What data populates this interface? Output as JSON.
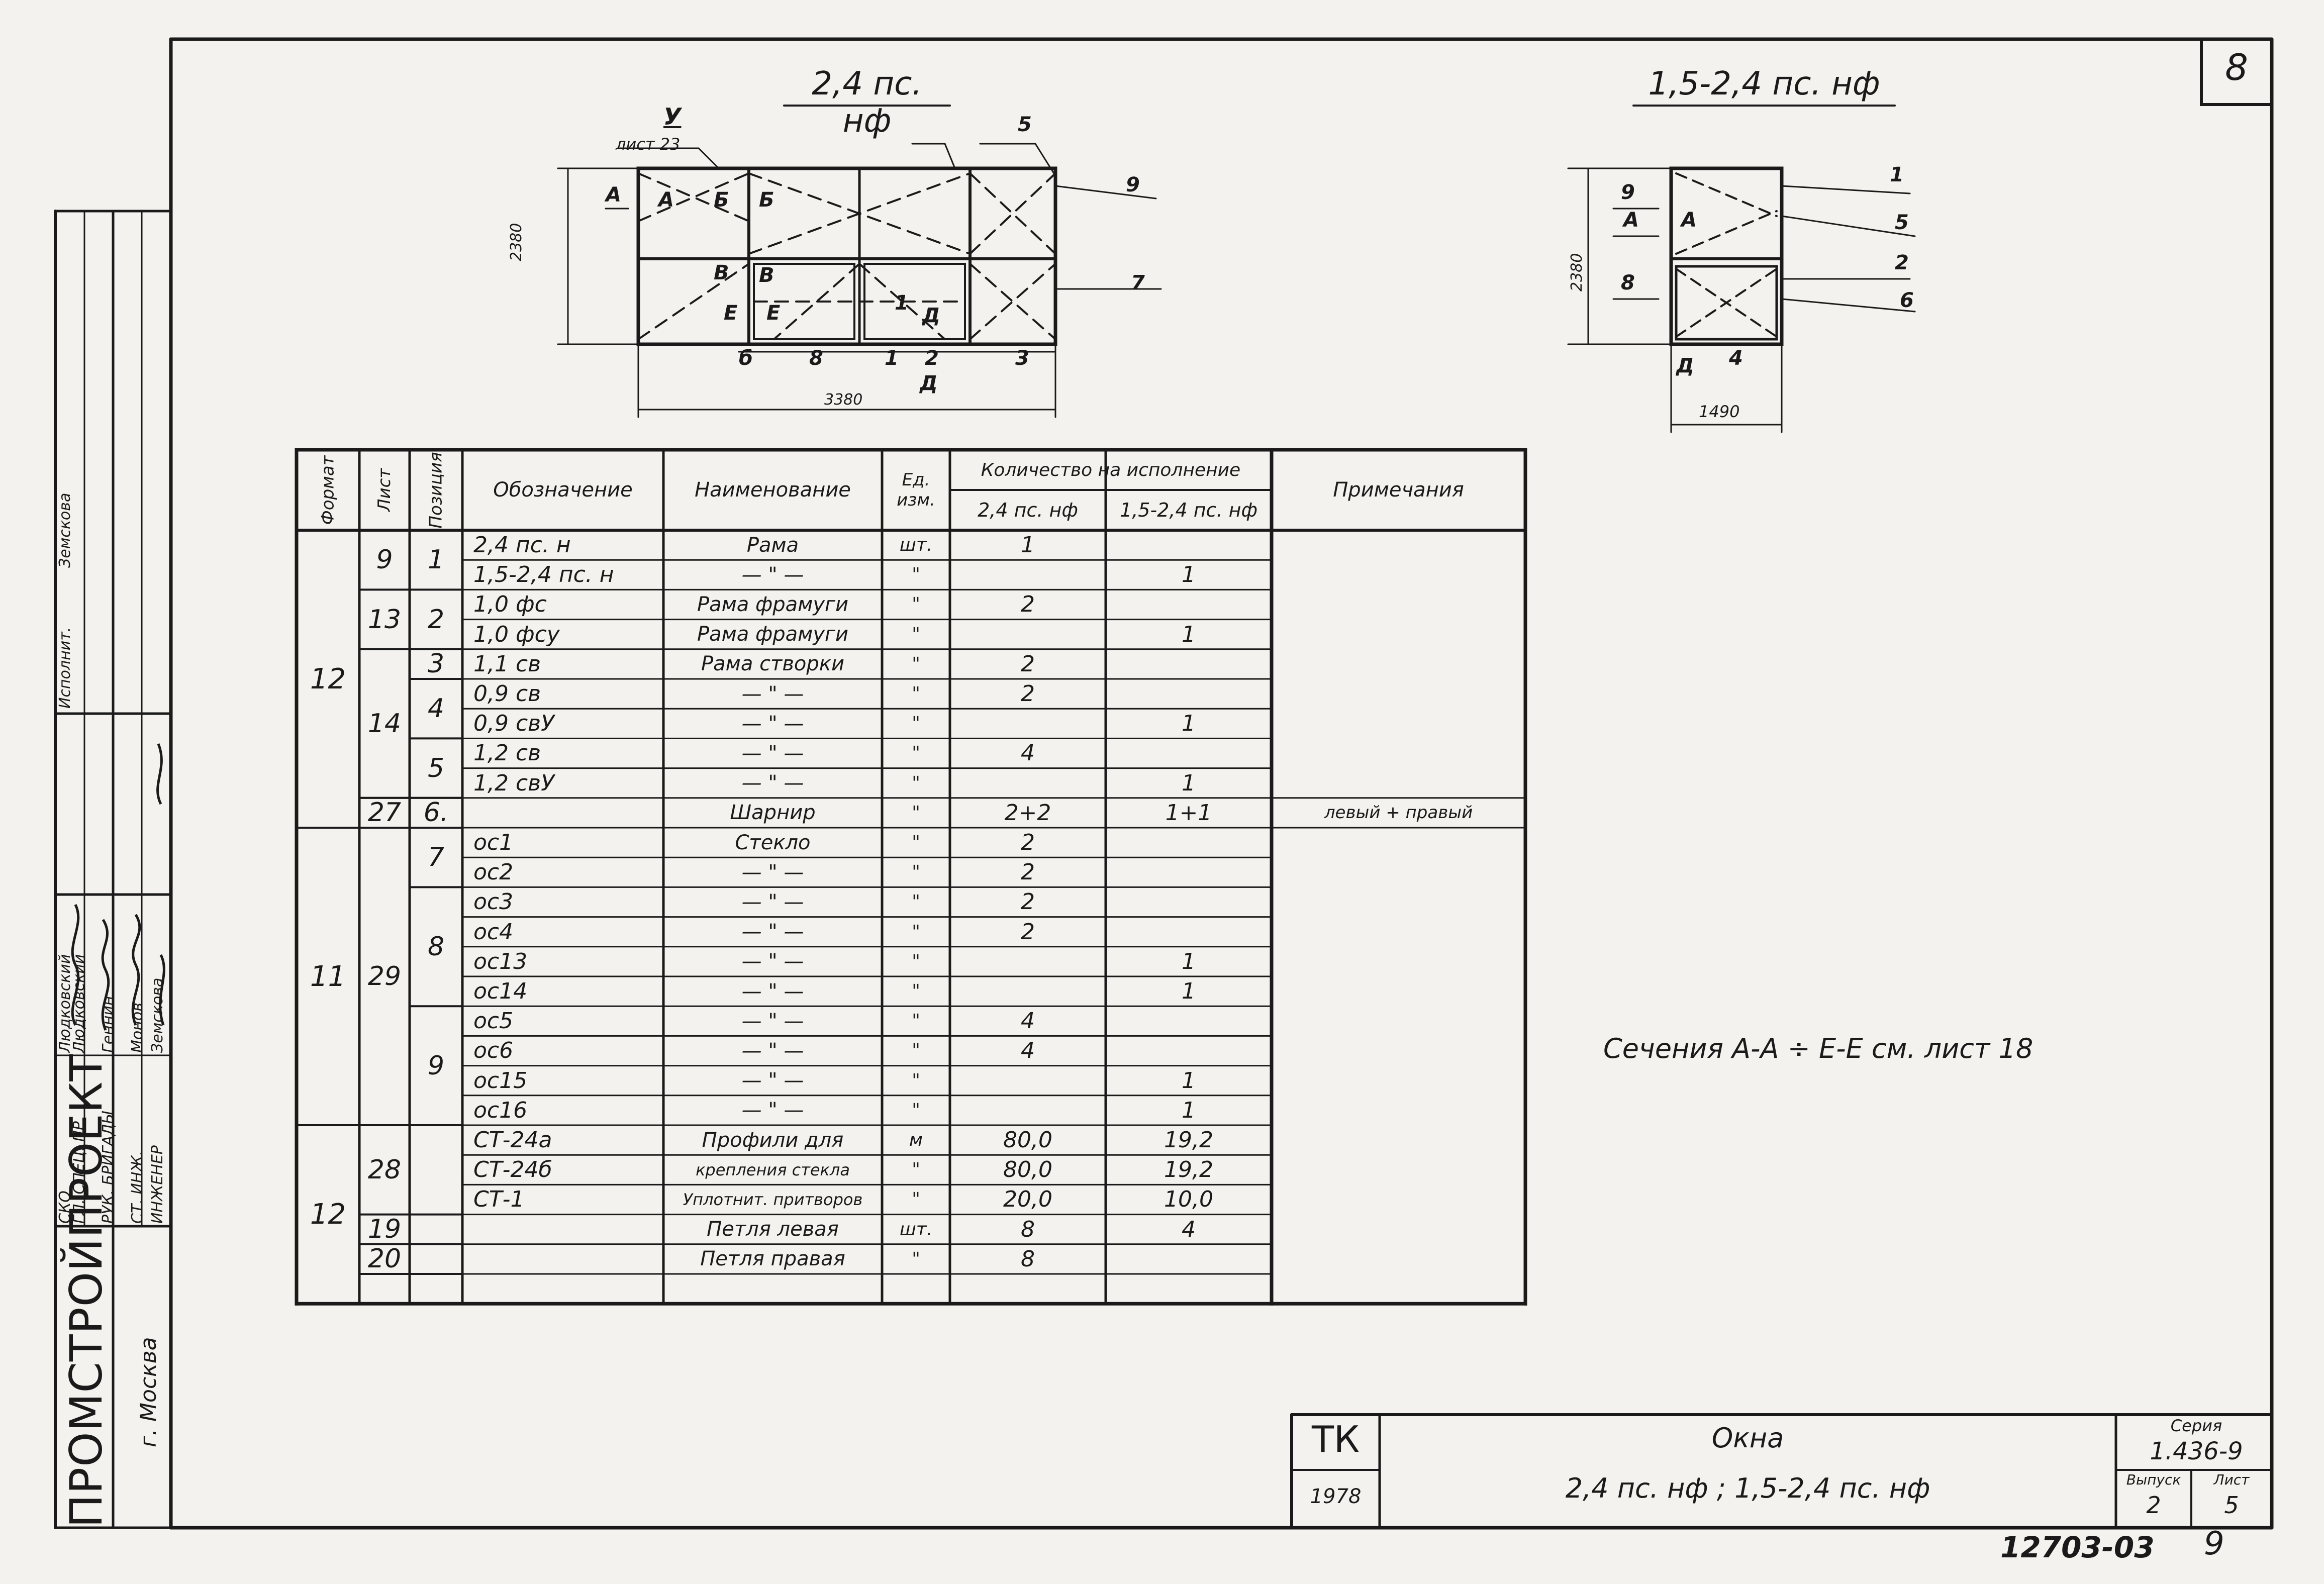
{
  "sheet_number_top": "8",
  "drawing_left": {
    "title": "2,4 пс. нф",
    "ref_letter": "У",
    "ref_sheet": "лист 23",
    "dim_height": "2380",
    "dim_width": "3380",
    "labels": [
      "А",
      "А",
      "Б",
      "Б",
      "В",
      "В",
      "Е",
      "Е",
      "Д",
      "б",
      "8",
      "1",
      "2",
      "3",
      "Д",
      "1",
      "5",
      "9",
      "7"
    ]
  },
  "drawing_right": {
    "title": "1,5-2,4 пс. нф",
    "dim_height": "2380",
    "dim_width": "1490",
    "labels": [
      "9",
      "А",
      "А",
      "8",
      "Д",
      "4",
      "1",
      "5",
      "2",
      "6"
    ]
  },
  "table": {
    "headers": {
      "format": "Формат",
      "sheet": "Лист",
      "position": "Позиция",
      "designation": "Обозначение",
      "name": "Наименование",
      "unit": "Ед. изм.",
      "qty_group": "Количество на исполнение",
      "qty_a": "2,4 пс. нф",
      "qty_b": "1,5-2,4 пс. нф",
      "notes": "Примечания"
    },
    "rows": [
      {
        "designation": "2,4 пс. н",
        "name": "Рама",
        "unit": "шт.",
        "qty_a": "1",
        "qty_b": "",
        "note": ""
      },
      {
        "designation": "1,5-2,4 пс. н",
        "name": "— \" —",
        "unit": "\"",
        "qty_a": "",
        "qty_b": "1",
        "note": ""
      },
      {
        "designation": "1,0 фс",
        "name": "Рама фрамуги",
        "unit": "\"",
        "qty_a": "2",
        "qty_b": "",
        "note": ""
      },
      {
        "designation": "1,0 фсу",
        "name": "Рама фрамуги",
        "unit": "\"",
        "qty_a": "",
        "qty_b": "1",
        "note": ""
      },
      {
        "designation": "1,1 св",
        "name": "Рама створки",
        "unit": "\"",
        "qty_a": "2",
        "qty_b": "",
        "note": ""
      },
      {
        "designation": "0,9 св",
        "name": "— \" —",
        "unit": "\"",
        "qty_a": "2",
        "qty_b": "",
        "note": ""
      },
      {
        "designation": "0,9 свУ",
        "name": "— \" —",
        "unit": "\"",
        "qty_a": "",
        "qty_b": "1",
        "note": ""
      },
      {
        "designation": "1,2 св",
        "name": "— \" —",
        "unit": "\"",
        "qty_a": "4",
        "qty_b": "",
        "note": ""
      },
      {
        "designation": "1,2 свУ",
        "name": "— \" —",
        "unit": "\"",
        "qty_a": "",
        "qty_b": "1",
        "note": ""
      },
      {
        "designation": "",
        "name": "Шарнир",
        "unit": "\"",
        "qty_a": "2+2",
        "qty_b": "1+1",
        "note": "левый + правый"
      },
      {
        "designation": "ос1",
        "name": "Стекло",
        "unit": "\"",
        "qty_a": "2",
        "qty_b": "",
        "note": ""
      },
      {
        "designation": "ос2",
        "name": "— \" —",
        "unit": "\"",
        "qty_a": "2",
        "qty_b": "",
        "note": ""
      },
      {
        "designation": "ос3",
        "name": "— \" —",
        "unit": "\"",
        "qty_a": "2",
        "qty_b": "",
        "note": ""
      },
      {
        "designation": "ос4",
        "name": "— \" —",
        "unit": "\"",
        "qty_a": "2",
        "qty_b": "",
        "note": ""
      },
      {
        "designation": "ос13",
        "name": "— \" —",
        "unit": "\"",
        "qty_a": "",
        "qty_b": "1",
        "note": ""
      },
      {
        "designation": "ос14",
        "name": "— \" —",
        "unit": "\"",
        "qty_a": "",
        "qty_b": "1",
        "note": ""
      },
      {
        "designation": "ос5",
        "name": "— \" —",
        "unit": "\"",
        "qty_a": "4",
        "qty_b": "",
        "note": ""
      },
      {
        "designation": "ос6",
        "name": "— \" —",
        "unit": "\"",
        "qty_a": "4",
        "qty_b": "",
        "note": ""
      },
      {
        "designation": "ос15",
        "name": "— \" —",
        "unit": "\"",
        "qty_a": "",
        "qty_b": "1",
        "note": ""
      },
      {
        "designation": "ос16",
        "name": "— \" —",
        "unit": "\"",
        "qty_a": "",
        "qty_b": "1",
        "note": ""
      },
      {
        "designation": "СТ-24а",
        "name": "Профили для",
        "unit": "м",
        "qty_a": "80,0",
        "qty_b": "19,2",
        "note": ""
      },
      {
        "designation": "СТ-24б",
        "name": "крепления стекла",
        "unit": "\"",
        "qty_a": "80,0",
        "qty_b": "19,2",
        "note": ""
      },
      {
        "designation": "СТ-1",
        "name": "Уплотнит. притворов",
        "unit": "\"",
        "qty_a": "20,0",
        "qty_b": "10,0",
        "note": ""
      },
      {
        "designation": "",
        "name": "Петля левая",
        "unit": "шт.",
        "qty_a": "8",
        "qty_b": "4",
        "note": ""
      },
      {
        "designation": "",
        "name": "Петля правая",
        "unit": "\"",
        "qty_a": "8",
        "qty_b": "",
        "note": ""
      },
      {
        "designation": "",
        "name": "",
        "unit": "",
        "qty_a": "",
        "qty_b": "",
        "note": ""
      }
    ],
    "format_groups": [
      {
        "label": "12",
        "rows": [
          0,
          9
        ]
      },
      {
        "label": "11",
        "rows": [
          10,
          19
        ]
      },
      {
        "label": "12",
        "rows": [
          20,
          25
        ]
      }
    ],
    "sheet_groups": [
      {
        "label": "9",
        "rows": [
          0,
          1
        ]
      },
      {
        "label": "13",
        "rows": [
          2,
          3
        ]
      },
      {
        "label": "14",
        "rows": [
          4,
          8
        ]
      },
      {
        "label": "27",
        "rows": [
          9,
          9
        ]
      },
      {
        "label": "29",
        "rows": [
          10,
          19
        ]
      },
      {
        "label": "28",
        "rows": [
          20,
          22
        ]
      },
      {
        "label": "19",
        "rows": [
          23,
          23
        ]
      },
      {
        "label": "20",
        "rows": [
          24,
          24
        ]
      },
      {
        "label": "",
        "rows": [
          25,
          25
        ]
      }
    ],
    "pos_groups": [
      {
        "label": "1",
        "rows": [
          0,
          1
        ]
      },
      {
        "label": "2",
        "rows": [
          2,
          3
        ]
      },
      {
        "label": "3",
        "rows": [
          4,
          4
        ]
      },
      {
        "label": "4",
        "rows": [
          5,
          6
        ]
      },
      {
        "label": "5",
        "rows": [
          7,
          8
        ]
      },
      {
        "label": "6.",
        "rows": [
          9,
          9
        ]
      },
      {
        "label": "7",
        "rows": [
          10,
          11
        ]
      },
      {
        "label": "8",
        "rows": [
          12,
          15
        ]
      },
      {
        "label": "9",
        "rows": [
          16,
          19
        ]
      },
      {
        "label": "",
        "rows": [
          20,
          22
        ]
      },
      {
        "label": "",
        "rows": [
          23,
          23
        ]
      },
      {
        "label": "",
        "rows": [
          24,
          24
        ]
      },
      {
        "label": "",
        "rows": [
          25,
          25
        ]
      }
    ]
  },
  "note_sections": "Сечения А-А ÷ Е-Е см. лист 18",
  "left_stamp": {
    "org": "ПРОМСТРОЙПРОЕКТ",
    "city": "г. Москва",
    "roles": [
      "ГЛ. СПЕЦ. ПР",
      "РУК. БРИГАДЫ",
      "СТ. ИНЖ.",
      "ИНЖЕНЕР"
    ],
    "roles_top": "СКО",
    "names": [
      "Людковский",
      "Людковский",
      "Геннин",
      "Монов",
      "Земскова"
    ],
    "executor_label": "Исполнит.",
    "executor_name": "Земскова"
  },
  "title_block": {
    "code": "ТК",
    "year": "1978",
    "title": "Окна",
    "subtitle": "2,4 пс. нф ;  1,5-2,4 пс. нф",
    "series_label": "Серия",
    "series_value": "1.436-9",
    "issue_label": "Выпуск",
    "issue_value": "2",
    "sheet_label": "Лист",
    "sheet_value": "5"
  },
  "archive_number": "12703-03",
  "page_number": "9"
}
